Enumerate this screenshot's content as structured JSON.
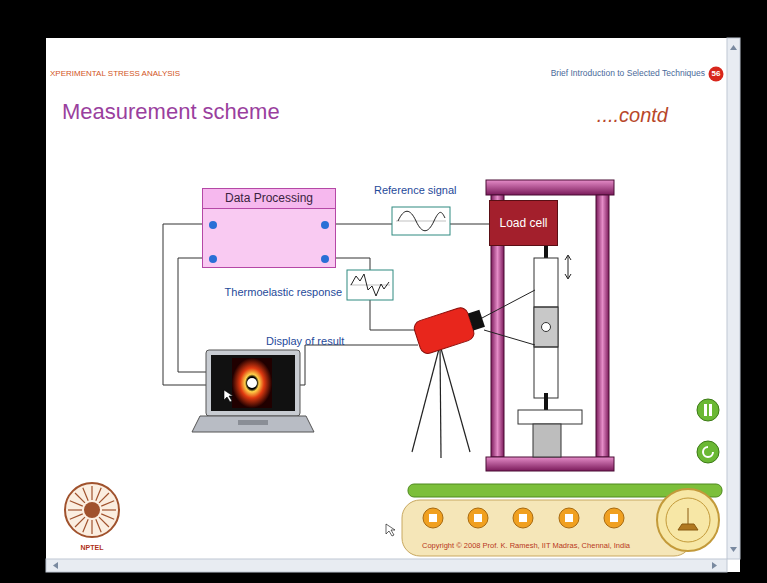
{
  "diagram": {
    "title": "Measurement scheme",
    "nodes": [
      {
        "text": [
          "Data Processing"
        ]
      },
      {
        "text": [
          "Load cell"
        ]
      }
    ],
    "edges": [
      {
        "from": 0,
        "to": 1,
        "arrow": "none",
        "label": "Reference signal"
      }
    ],
    "labels": [
      "XPERIMENTAL STRESS ANALYSIS",
      "Brief Introduction to Selected Techniques",
      "56",
      "....contd",
      "Thermoelastic response",
      "Display of result",
      "NPTEL",
      "Copyright © 2008 Prof. K. Ramesh, IIT Madras, Chennai, India"
    ]
  }
}
